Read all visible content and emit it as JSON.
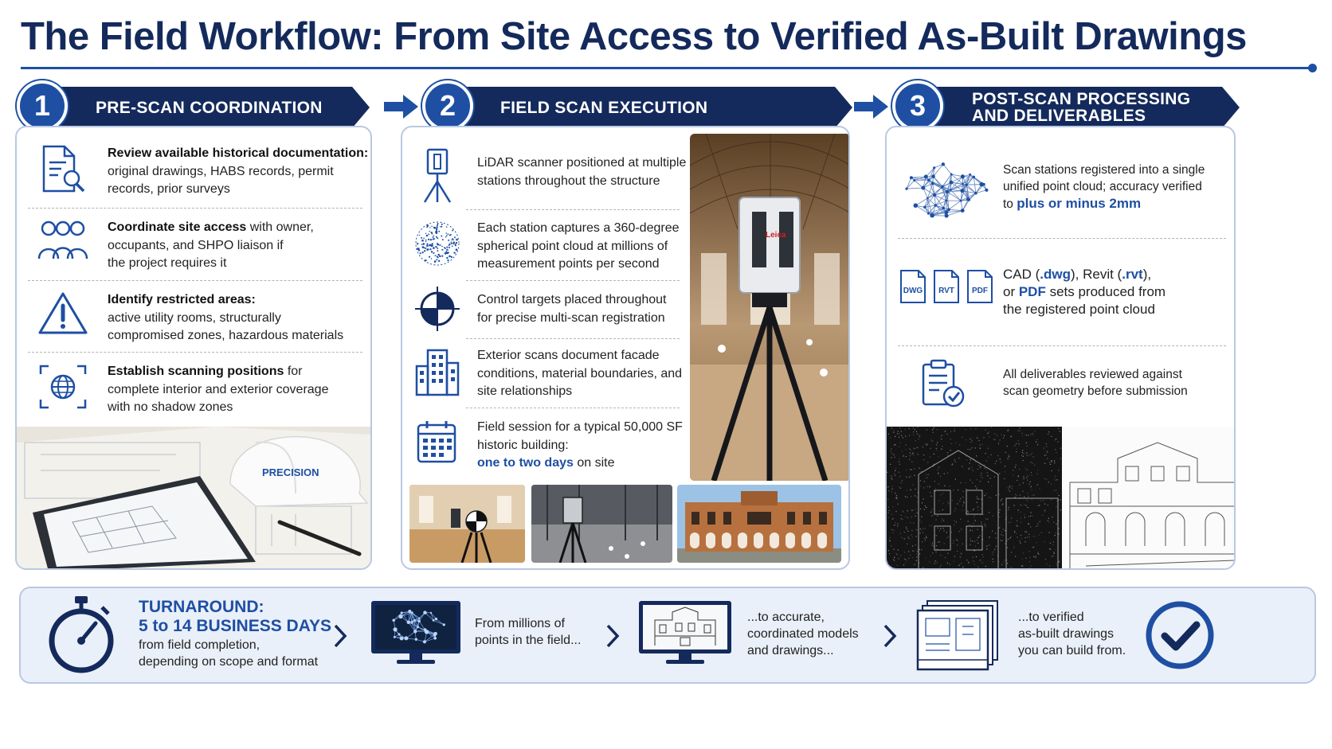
{
  "title": "The Field Workflow: From Site Access to Verified As-Built Drawings",
  "colors": {
    "navy": "#142a5c",
    "accent_blue": "#1e4fa3",
    "panel_border": "#b9c8e2",
    "bottom_bg": "#eaf0f9"
  },
  "steps": [
    {
      "number": "1",
      "title": "PRE-SCAN COORDINATION"
    },
    {
      "number": "2",
      "title": "FIELD SCAN EXECUTION"
    },
    {
      "number": "3",
      "title_line1": "POST-SCAN PROCESSING",
      "title_line2": "AND DELIVERABLES"
    }
  ],
  "coordination": [
    {
      "icon": "document-search-icon",
      "bold": "Review available historical documentation:",
      "line1_rest": "",
      "line2": "original drawings, HABS records, permit",
      "line3": "records, prior surveys"
    },
    {
      "icon": "people-icon",
      "bold": "Coordinate site access",
      "line1_rest": " with owner,",
      "line2": "occupants, and SHPO liaison if",
      "line3": "the project requires it"
    },
    {
      "icon": "warning-icon",
      "bold": "Identify restricted areas:",
      "line1_rest": "",
      "line2": "active utility rooms, structurally",
      "line3": "compromised zones, hazardous materials"
    },
    {
      "icon": "scan-target-icon",
      "bold": "Establish scanning positions",
      "line1_rest": " for",
      "line2": "complete interior and exterior coverage",
      "line3": "with no shadow zones"
    }
  ],
  "hardhat_label": "PRECISION",
  "execution": [
    {
      "icon": "lidar-scanner-icon",
      "line1": "LiDAR scanner positioned at multiple",
      "line2": "stations throughout the structure",
      "line3": ""
    },
    {
      "icon": "point-cloud-sphere-icon",
      "line1": "Each station captures a 360-degree",
      "line2": "spherical point cloud at millions of",
      "line3": "measurement points per second"
    },
    {
      "icon": "control-target-icon",
      "line1": "Control targets placed throughout",
      "line2": "for precise multi-scan registration",
      "line3": ""
    },
    {
      "icon": "building-icon",
      "line1": "Exterior scans document facade",
      "line2": "conditions, material boundaries, and",
      "line3": "site relationships"
    },
    {
      "icon": "calendar-icon",
      "line1": "Field session for a typical 50,000 SF",
      "line2": "historic building:",
      "line3_hl": "one to two days",
      "line3_rest": " on site"
    }
  ],
  "scanner_brand": "Leica",
  "deliverables": {
    "registration": {
      "icon": "network-cloud-icon",
      "line1": "Scan stations registered into a single",
      "line2": "unified point cloud; accuracy verified",
      "line3_pre": "to ",
      "line3_hl": "plus or minus 2mm"
    },
    "formats": {
      "icon_labels": [
        "DWG",
        "RVT",
        "PDF"
      ],
      "l1_a": "CAD (",
      "l1_b": ".dwg",
      "l1_c": "), Revit (",
      "l1_d": ".rvt",
      "l1_e": "),",
      "l2_a": "or ",
      "l2_b": "PDF",
      "l2_c": " sets produced from",
      "l3": "the registered point cloud"
    },
    "review": {
      "icon": "checklist-icon",
      "line1": "All deliverables reviewed against",
      "line2": "scan geometry before submission"
    }
  },
  "bottom": {
    "turnaround_line1": "TURNAROUND:",
    "turnaround_line2": "5 to 14 BUSINESS DAYS",
    "turnaround_sub1": "from field completion,",
    "turnaround_sub2": "depending on scope and format",
    "points_line1": "From millions of",
    "points_line2": "points in the field...",
    "models_line1": "...to accurate,",
    "models_line2": "coordinated models",
    "models_line3": "and drawings...",
    "drawings_line1": "...to verified",
    "drawings_line2": "as-built drawings",
    "drawings_line3": "you can build from."
  }
}
